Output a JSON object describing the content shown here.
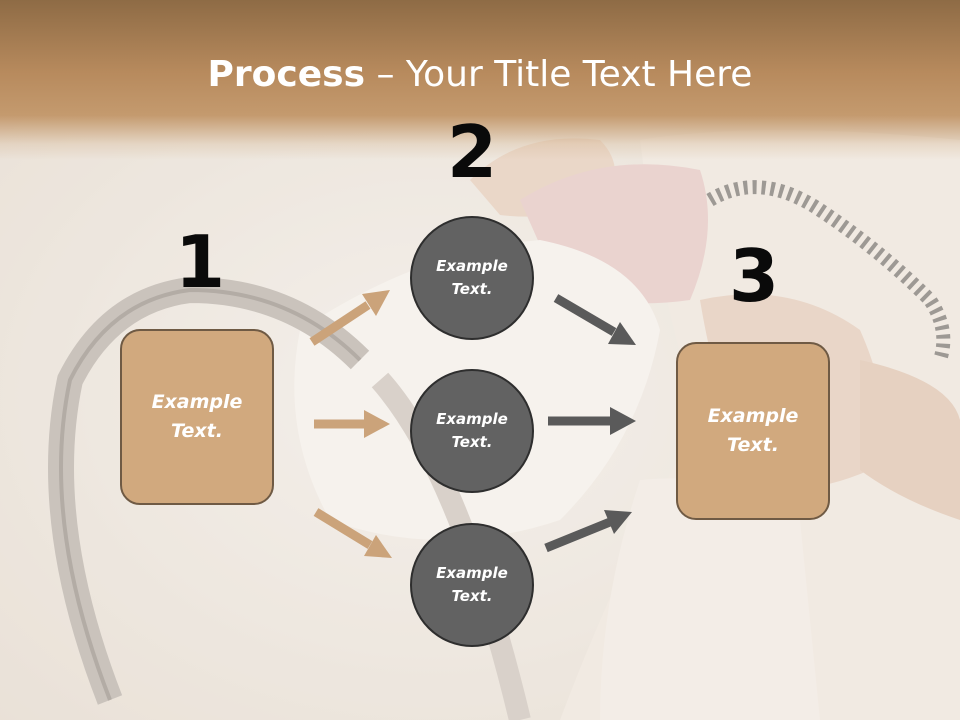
{
  "title": {
    "bold": "Process",
    "rest": " – Your Title Text Here"
  },
  "steps": {
    "one": {
      "number": "1",
      "box_text": "Example\nText."
    },
    "two": {
      "number": "2",
      "circles": [
        "Example\nText.",
        "Example\nText.",
        "Example\nText."
      ]
    },
    "three": {
      "number": "3",
      "box_text": "Example\nText."
    }
  },
  "colors": {
    "title_band": "#b78a5d",
    "box_fill": "#d1a97e",
    "circle_fill": "#626262",
    "tan_arrow": "#cba37a",
    "gray_arrow": "#5a5a5a"
  }
}
